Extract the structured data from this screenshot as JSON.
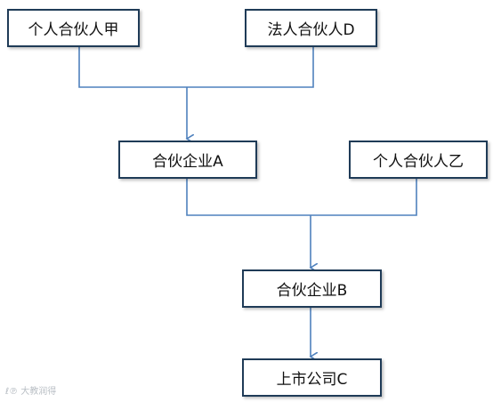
{
  "nodes": {
    "partner_jia": "个人合伙人甲",
    "partner_d": "法人合伙人D",
    "partnership_a": "合伙企业A",
    "partner_yi": "个人合伙人乙",
    "partnership_b": "合伙企业B",
    "listed_company_c": "上市公司C"
  },
  "watermark": "ℓ℗ 大教润得",
  "colors": {
    "connector": "#4f81bd",
    "box_border": "#1f3b57"
  }
}
